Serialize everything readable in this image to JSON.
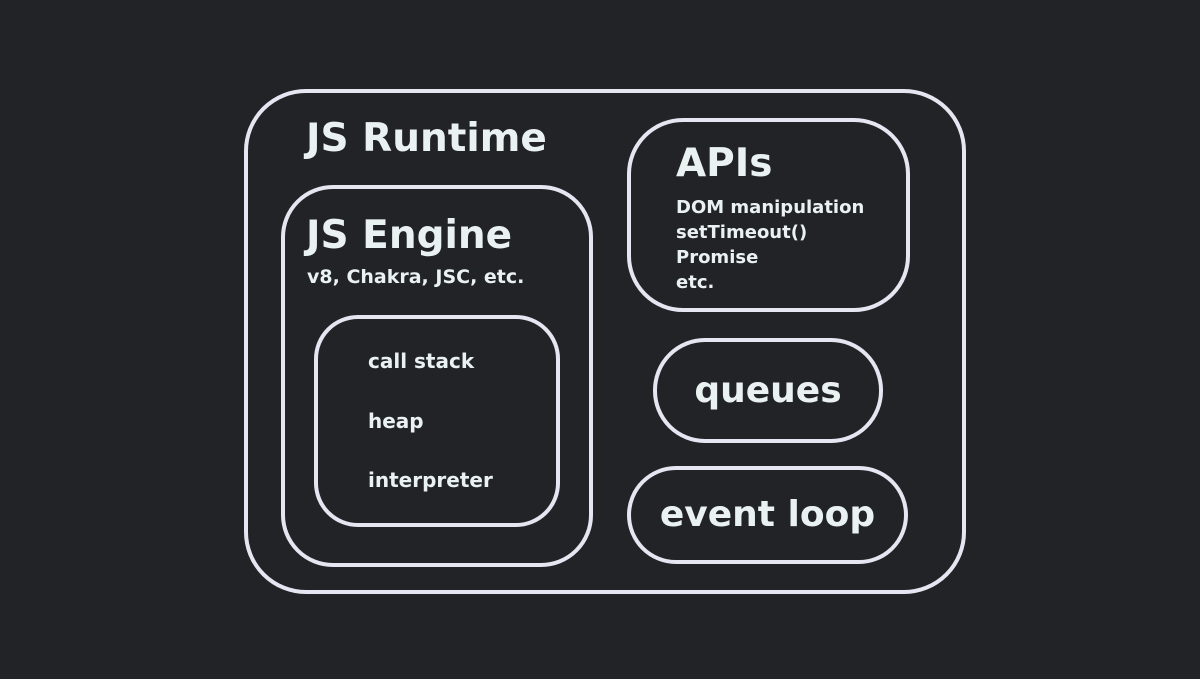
{
  "runtime": {
    "title": "JS Runtime"
  },
  "engine": {
    "title": "JS Engine",
    "subtitle": "v8, Chakra, JSC, etc.",
    "components": [
      "call stack",
      "heap",
      "interpreter"
    ]
  },
  "apis": {
    "title": "APIs",
    "items": [
      "DOM manipulation",
      "setTimeout()",
      "Promise",
      "etc."
    ]
  },
  "queues": {
    "label": "queues"
  },
  "event_loop": {
    "label": "event loop"
  },
  "colors": {
    "background": "#222326",
    "outline": "#e6e6f2",
    "text": "#eaf2f1"
  }
}
